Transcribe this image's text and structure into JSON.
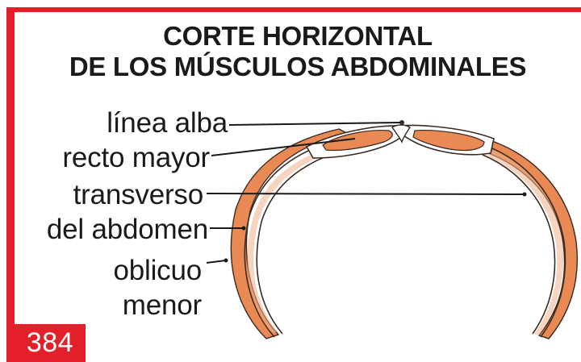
{
  "title": {
    "line1": "CORTE HORIZONTAL",
    "line2": "DE LOS MÚSCULOS ABDOMINALES"
  },
  "labels": {
    "linea_alba": "línea alba",
    "recto_mayor": "recto mayor",
    "transverso_line1": "transverso",
    "transverso_line2": "del abdomen",
    "oblicuo_line1": "oblicuo",
    "oblicuo_line2": "menor"
  },
  "page_number": "384",
  "colors": {
    "accent": "#e3202a",
    "muscle": "#e98a55",
    "outline": "#3a2a22",
    "text": "#1a1a1a"
  }
}
